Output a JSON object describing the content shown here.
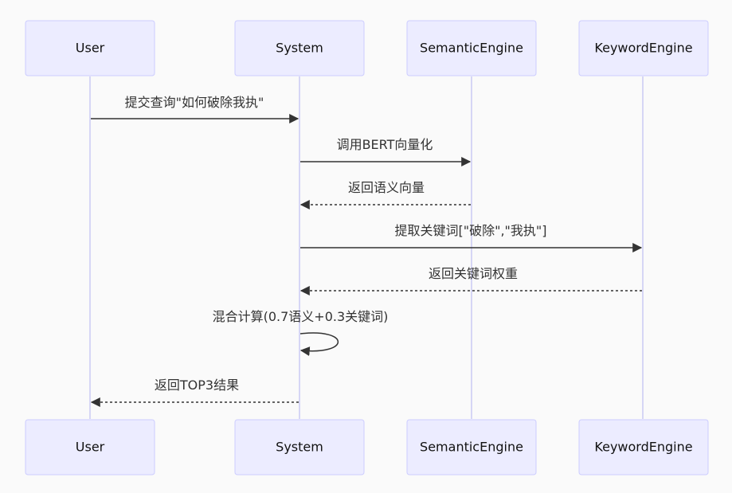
{
  "participants": [
    {
      "id": "user",
      "label": "User"
    },
    {
      "id": "system",
      "label": "System"
    },
    {
      "id": "semantic",
      "label": "SemanticEngine"
    },
    {
      "id": "keyword",
      "label": "KeywordEngine"
    }
  ],
  "messages": [
    {
      "from": "user",
      "to": "system",
      "label": "提交查询\"如何破除我执\"",
      "style": "solid"
    },
    {
      "from": "system",
      "to": "semantic",
      "label": "调用BERT向量化",
      "style": "solid"
    },
    {
      "from": "semantic",
      "to": "system",
      "label": "返回语义向量",
      "style": "dashed"
    },
    {
      "from": "system",
      "to": "keyword",
      "label": "提取关键词[\"破除\",\"我执\"]",
      "style": "solid"
    },
    {
      "from": "keyword",
      "to": "system",
      "label": "返回关键词权重",
      "style": "dashed"
    },
    {
      "from": "system",
      "to": "system",
      "label": "混合计算(0.7语义+0.3关键词)",
      "style": "solid"
    },
    {
      "from": "system",
      "to": "user",
      "label": "返回TOP3结果",
      "style": "dashed"
    }
  ],
  "colors": {
    "box_fill": "#ececff",
    "box_stroke": "#ccccff",
    "lifeline": "#d6d6f5",
    "arrow": "#333333",
    "background": "#fafafa"
  }
}
